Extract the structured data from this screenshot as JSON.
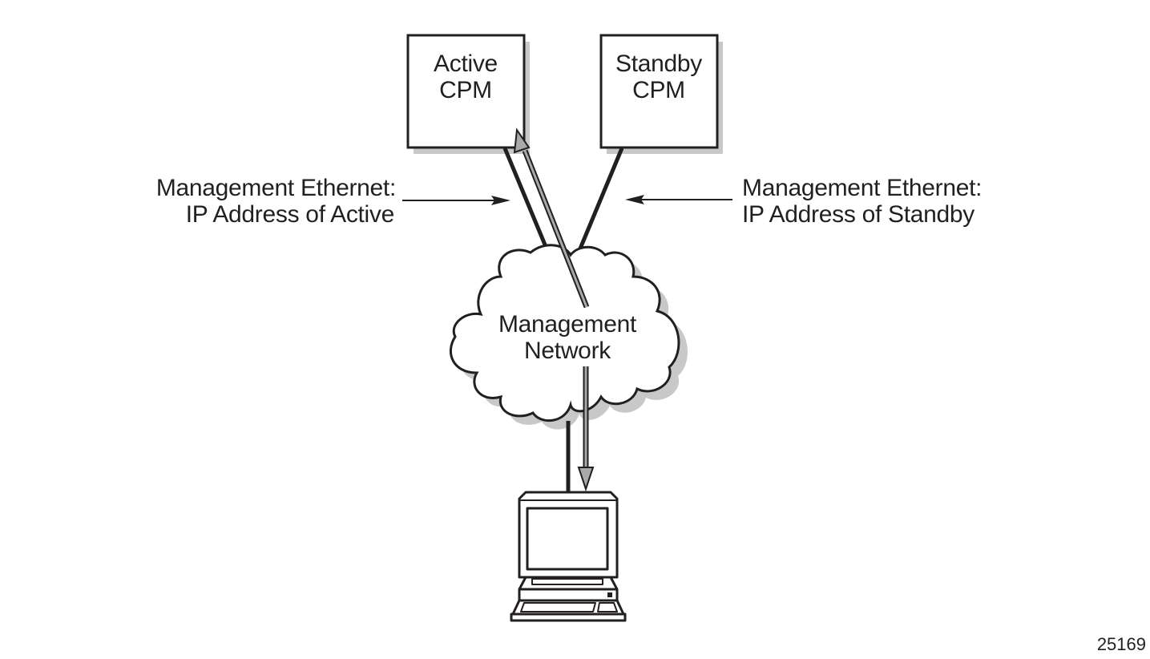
{
  "active_cpm": {
    "line1": "Active",
    "line2": "CPM"
  },
  "standby_cpm": {
    "line1": "Standby",
    "line2": "CPM"
  },
  "left_label": {
    "line1": "Management Ethernet:",
    "line2": "IP Address of Active"
  },
  "right_label": {
    "line1": "Management Ethernet:",
    "line2": "IP Address of Standby"
  },
  "network": {
    "line1": "Management",
    "line2": "Network"
  },
  "figure_id": "25169",
  "colors": {
    "ink": "#231f20",
    "shadow": "#c8c8c8",
    "arrow_fill": "#a9a9a9"
  }
}
